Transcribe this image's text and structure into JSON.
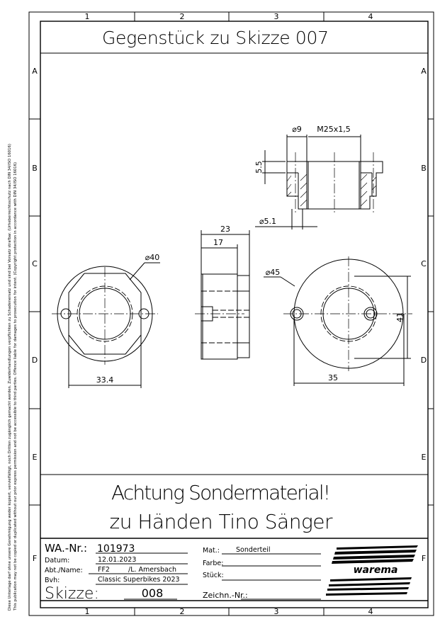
{
  "frame": {
    "columns": [
      "1",
      "2",
      "3",
      "4"
    ],
    "rows": [
      "A",
      "B",
      "C",
      "D",
      "E",
      "F"
    ]
  },
  "title": "Gegenstück zu Skizze 007",
  "notice": {
    "line1": "Achtung Sondermaterial!",
    "line2": "zu Händen Tino Sänger"
  },
  "copyright": {
    "de": "Diese Unterlage darf ohne unsere Genehmigung weder kopiert, vervielfältigt, noch Dritten zugänglich gemacht werden. Zuwiderhandlungen verpflichten zu Schadenersatz und sind bei Vorsatz strafbar. (Urheberrechtsschutz nach DIN 34/ISO 16016)",
    "en": "This publication may not be copied or duplicated without our prior express permission and not be accessible to third parties. Offence liable for damages to prosecution for intent. (Copyright protection in accordance with DIN 34/ISO 16016)"
  },
  "dimensions": {
    "d9": "⌀9",
    "thread": "M25x1,5",
    "h55": "5.5",
    "d51": "⌀5.1",
    "w23": "23",
    "w17": "17",
    "d40": "⌀40",
    "d45": "⌀45",
    "h41": "41",
    "w334": "33.4",
    "w35": "35"
  },
  "titleblock": {
    "wa_label": "WA.-Nr.:",
    "wa_value": "101973",
    "datum_label": "Datum:",
    "datum_value": "12.01.2023",
    "abt_label": "Abt./Name:",
    "abt_value": "FF2",
    "name_value": "/L. Amersbach",
    "bvh_label": "Bvh:",
    "bvh_value": "Classic Superbikes 2023",
    "skizze_label": "Skizze:",
    "skizze_value": "008",
    "mat_label": "Mat.:",
    "mat_value": "Sonderteil",
    "farbe_label": "Farbe:",
    "stueck_label": "Stück:",
    "zeichn_label": "Zeichn.-Nr.:",
    "logo_text": "warema"
  }
}
